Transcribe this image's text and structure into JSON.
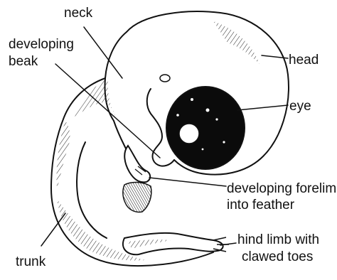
{
  "labels": {
    "neck": "neck",
    "developing_beak_line1": "developing",
    "developing_beak_line2": "beak",
    "head": "head",
    "eye": "eye",
    "forelimb_line1": "developing forelimb",
    "forelimb_line2": "into feather",
    "hindlimb_line1": "hind limb with",
    "hindlimb_line2": "clawed toes",
    "trunk": "trunk"
  },
  "colors": {
    "ink": "#111111",
    "background": "#ffffff",
    "eye_fill": "#0b0b0b"
  }
}
